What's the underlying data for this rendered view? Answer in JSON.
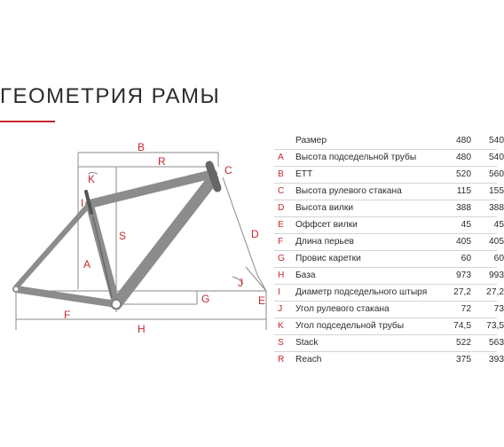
{
  "page": {
    "title": "ГЕОМЕТРИЯ РАМЫ",
    "accent_color": "#c7272d",
    "frame_color": "#8c8c8c"
  },
  "diagram": {
    "labels": {
      "A": "A",
      "B": "B",
      "C": "C",
      "D": "D",
      "E": "E",
      "F": "F",
      "G": "G",
      "H": "H",
      "I": "I",
      "J": "J",
      "K": "K",
      "R": "R",
      "S": "S"
    }
  },
  "table": {
    "header": {
      "code": "",
      "name": "Размер",
      "v1": "480",
      "v2": "540"
    },
    "rows": [
      {
        "code": "A",
        "name": "Высота подседельной трубы",
        "v1": "480",
        "v2": "540"
      },
      {
        "code": "B",
        "name": "ETT",
        "v1": "520",
        "v2": "560"
      },
      {
        "code": "C",
        "name": "Высота рулевого стакана",
        "v1": "115",
        "v2": "155"
      },
      {
        "code": "D",
        "name": "Высота вилки",
        "v1": "388",
        "v2": "388"
      },
      {
        "code": "E",
        "name": "Оффсет вилки",
        "v1": "45",
        "v2": "45"
      },
      {
        "code": "F",
        "name": "Длина перьев",
        "v1": "405",
        "v2": "405"
      },
      {
        "code": "G",
        "name": "Провис каретки",
        "v1": "60",
        "v2": "60"
      },
      {
        "code": "H",
        "name": "База",
        "v1": "973",
        "v2": "993"
      },
      {
        "code": "I",
        "name": "Диаметр подседельного штыря",
        "v1": "27,2",
        "v2": "27,2"
      },
      {
        "code": "J",
        "name": "Угол рулевого стакана",
        "v1": "72",
        "v2": "73"
      },
      {
        "code": "K",
        "name": "Угол подседельной трубы",
        "v1": "74,5",
        "v2": "73,5"
      },
      {
        "code": "S",
        "name": "Stack",
        "v1": "522",
        "v2": "563"
      },
      {
        "code": "R",
        "name": "Reach",
        "v1": "375",
        "v2": "393"
      }
    ]
  }
}
